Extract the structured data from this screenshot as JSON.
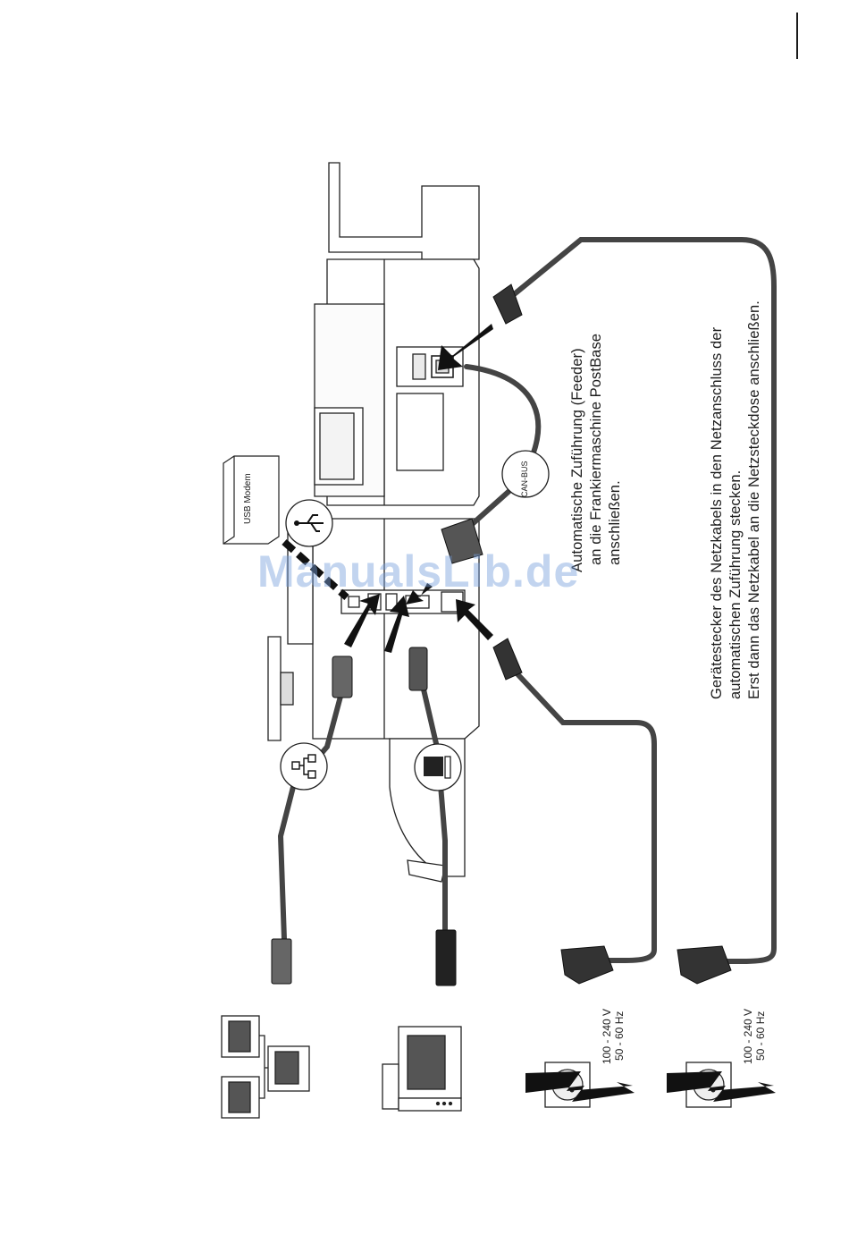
{
  "labels": {
    "usb_modem": "USB Modem",
    "can_bus": "CAN-BUS",
    "feeder_caption": {
      "line1": "Automatische Zuführung (Feeder)",
      "line2": "an die Frankiermaschine PostBase",
      "line3": "anschließen."
    },
    "power_caption": {
      "line1": "Gerätestecker des Netzkabels in den Netzanschluss der",
      "line2": "automatischen Zuführung stecken.",
      "line3": "Erst dann das Netzkabel an die Netzsteckdose anschließen."
    },
    "outlet_1": {
      "voltage": "100 - 240 V",
      "frequency": "50 - 60 Hz"
    },
    "outlet_2": {
      "voltage": "100 - 240 V",
      "frequency": "50 - 60 Hz"
    }
  },
  "watermark": "ManualsLib.de",
  "icons": [
    "usb-icon",
    "network-icon",
    "computer-icon",
    "power-outlet-icon",
    "lightning-icon",
    "arrow-icon",
    "network-computers-icon",
    "pc-icon"
  ]
}
